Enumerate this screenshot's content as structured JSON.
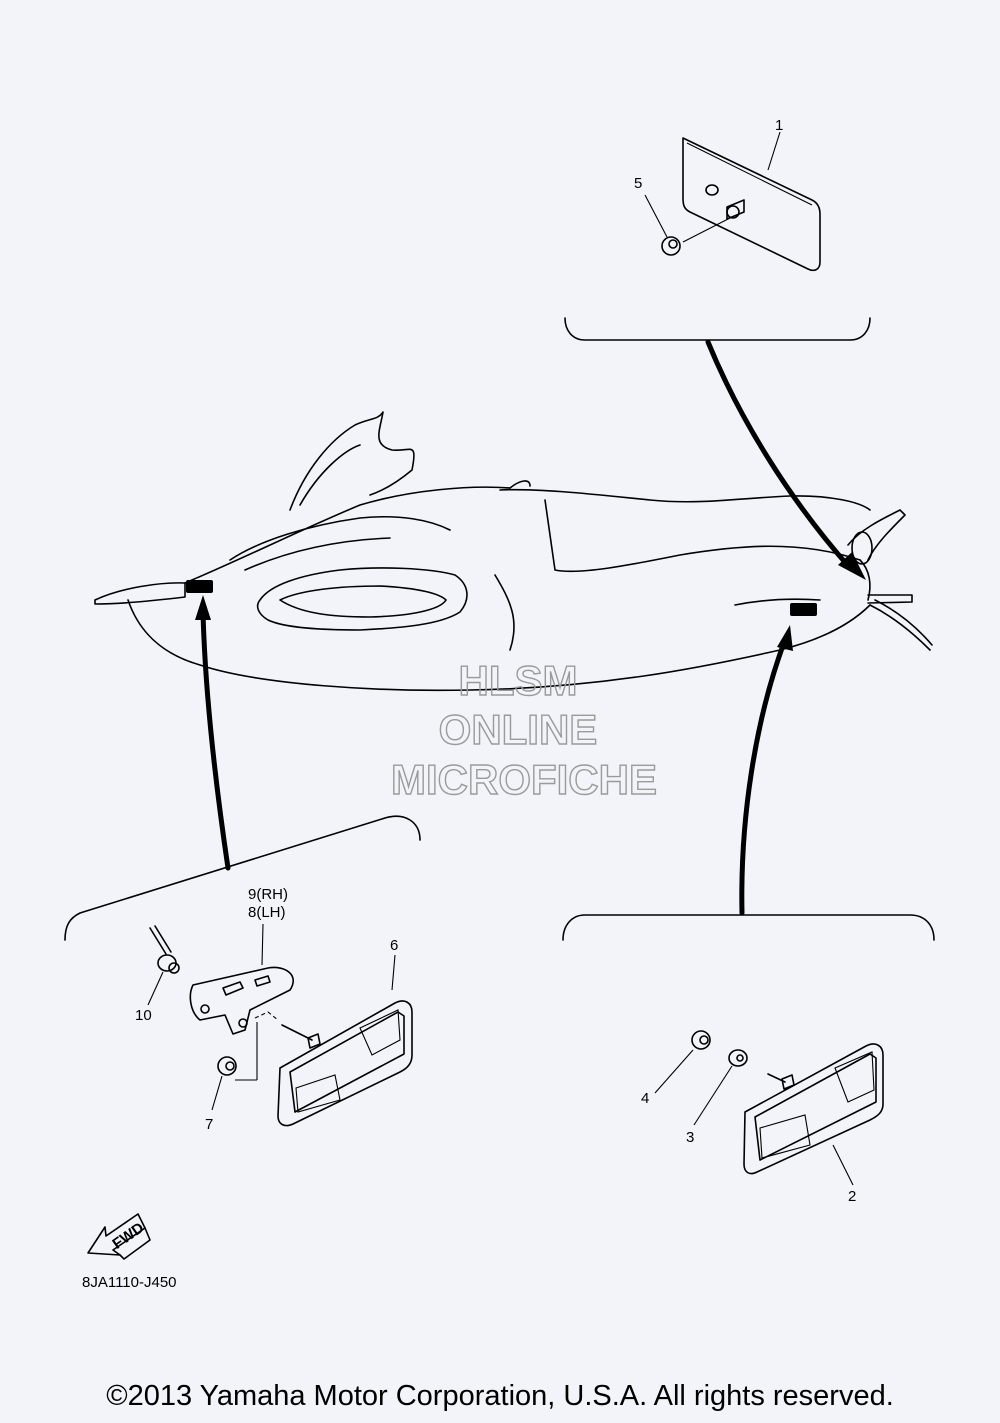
{
  "callouts": {
    "c1": "1",
    "c2": "2",
    "c3": "3",
    "c4": "4",
    "c5": "5",
    "c6": "6",
    "c7": "7",
    "c8": "8(LH)",
    "c9": "9(RH)",
    "c10": "10"
  },
  "watermark": {
    "line1": "HLSM",
    "line2": "ONLINE",
    "line3": "MICROFICHE",
    "color": "#9a9a9a"
  },
  "fwd_label": "FWD",
  "diagram_code": "8JA1110-J450",
  "copyright": "©2013 Yamaha Motor Corporation, U.S.A. All rights reserved.",
  "colors": {
    "background": "#f2f4f9",
    "line": "#000000"
  }
}
